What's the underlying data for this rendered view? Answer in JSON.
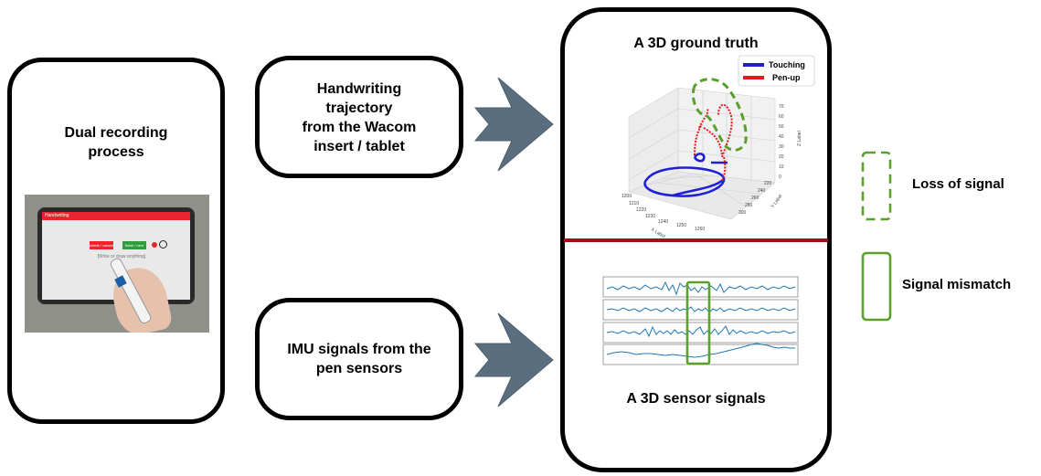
{
  "left_box": {
    "title_line1": "Dual recording",
    "title_line2": "process"
  },
  "photo": {
    "screen_header": "Handwriting",
    "button_left": "delete / cancel",
    "button_right": "finish / next",
    "prompt_text": "[Write or draw anything]",
    "colors": {
      "accent": "#e8252c",
      "button_green": "#2e9d3b"
    }
  },
  "top_box": {
    "line1": "Handwriting",
    "line2": "trajectory",
    "line3": "from the Wacom",
    "line4": "insert / tablet"
  },
  "bottom_box": {
    "line1": "IMU signals from the",
    "line2": "pen sensors"
  },
  "right_panel": {
    "title_top": "A 3D ground truth",
    "title_bottom": "A 3D sensor signals",
    "divider_color": "#a01014"
  },
  "plot3d": {
    "legend": [
      {
        "name": "Touching",
        "color": "#1f1fd6"
      },
      {
        "name": "Pen-up",
        "color": "#e01b1b"
      }
    ],
    "x_ticks": [
      "1200",
      "1210",
      "1220",
      "1230",
      "1240",
      "1250",
      "1260"
    ],
    "y_ticks": [
      "220",
      "240",
      "260",
      "280",
      "300"
    ],
    "z_ticks": [
      "70",
      "60",
      "50",
      "40",
      "30",
      "20",
      "10",
      "0"
    ],
    "x_label": "X Label",
    "y_label": "Y Label",
    "z_label": "Z Label"
  },
  "signals": {
    "panel_count": 4,
    "color": "#1f77b4",
    "highlight_color": "#5aa02c"
  },
  "legend_side": {
    "loss": "Loss of signal",
    "mismatch": "Signal mismatch",
    "color": "#5aa02c"
  }
}
